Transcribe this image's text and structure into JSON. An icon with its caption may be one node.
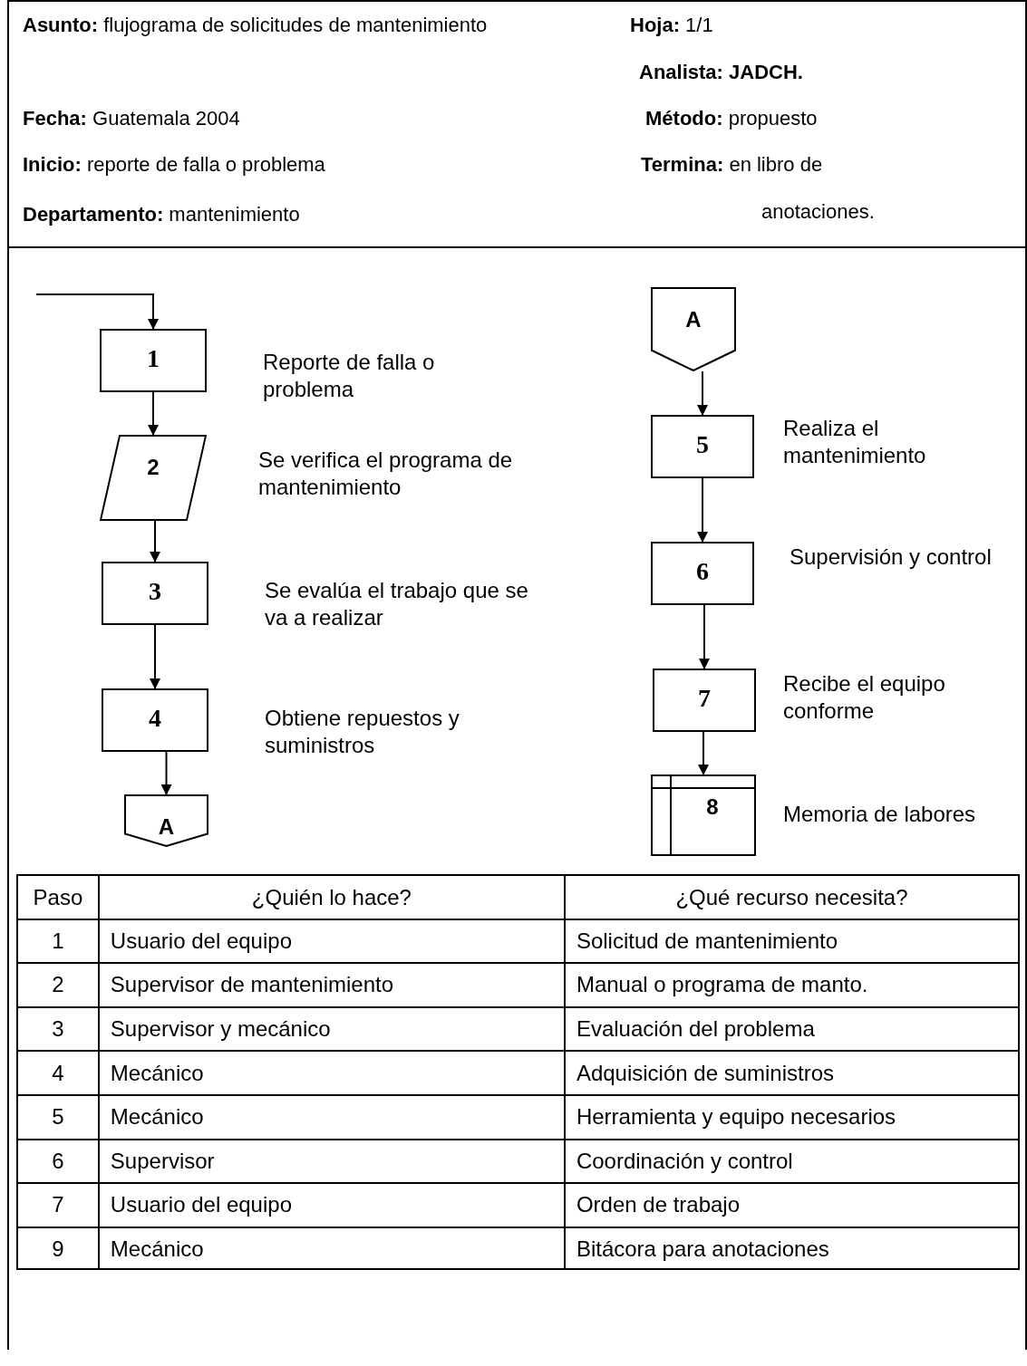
{
  "diagram": {
    "nodes": [
      {
        "text": [
          "1"
        ],
        "beside": [
          "Reporte de falla o problema"
        ]
      },
      {
        "text": [
          "2"
        ],
        "beside": [
          "Se verifica el programa de mantenimiento"
        ]
      },
      {
        "text": [
          "3"
        ],
        "beside": [
          "Se evalúa el trabajo que se va a realizar"
        ]
      },
      {
        "text": [
          "4"
        ],
        "beside": [
          "Obtiene repuestos y suministros"
        ]
      },
      {
        "text": [
          "A"
        ]
      },
      {
        "text": [
          "A"
        ]
      },
      {
        "text": [
          "5"
        ],
        "beside": [
          "Realiza el mantenimiento"
        ]
      },
      {
        "text": [
          "6"
        ],
        "beside": [
          "Supervisión y control"
        ]
      },
      {
        "text": [
          "7"
        ],
        "beside": [
          "Recibe el equipo conforme"
        ]
      },
      {
        "text": [
          "8"
        ],
        "beside": [
          "Memoria de labores"
        ]
      }
    ],
    "edges": [
      {
        "from": null,
        "to": 0,
        "arrow": "to"
      },
      {
        "from": 0,
        "to": 1,
        "arrow": "to"
      },
      {
        "from": 1,
        "to": 2,
        "arrow": "to"
      },
      {
        "from": 2,
        "to": 3,
        "arrow": "to"
      },
      {
        "from": 3,
        "to": 4,
        "arrow": "to"
      },
      {
        "from": 5,
        "to": 6,
        "arrow": "to"
      },
      {
        "from": 6,
        "to": 7,
        "arrow": "to"
      },
      {
        "from": 7,
        "to": 8,
        "arrow": "to"
      },
      {
        "from": 8,
        "to": 9,
        "arrow": "to"
      }
    ],
    "labels": [
      "**Asunto:** flujograma de solicitudes de mantenimiento",
      "**Hoja:** 1/1",
      "Analista: JADCH.",
      "**Fecha:**  Guatemala 2004",
      "**Método:** propuesto",
      "**Inicio:** reporte de falla o problema",
      "**Termina:** en libro de anotaciones.",
      "**Departamento:** mantenimiento",
      "Paso",
      "¿Quién lo hace?",
      "¿Qué recurso necesita?",
      "1",
      "Usuario del equipo",
      "Solicitud de mantenimiento",
      "2",
      "Supervisor de mantenimiento",
      "Manual o programa de manto.",
      "3",
      "Supervisor y mecánico",
      "Evaluación del problema",
      "4",
      "Mecánico",
      "Adquisición de suministros",
      "5",
      "Mecánico",
      "Herramienta y equipo necesarios",
      "6",
      "Supervisor",
      "Coordinación y control",
      "7",
      "Usuario del equipo",
      "Orden de trabajo",
      "9",
      "Mecánico",
      "Bitácora para anotaciones"
    ]
  }
}
